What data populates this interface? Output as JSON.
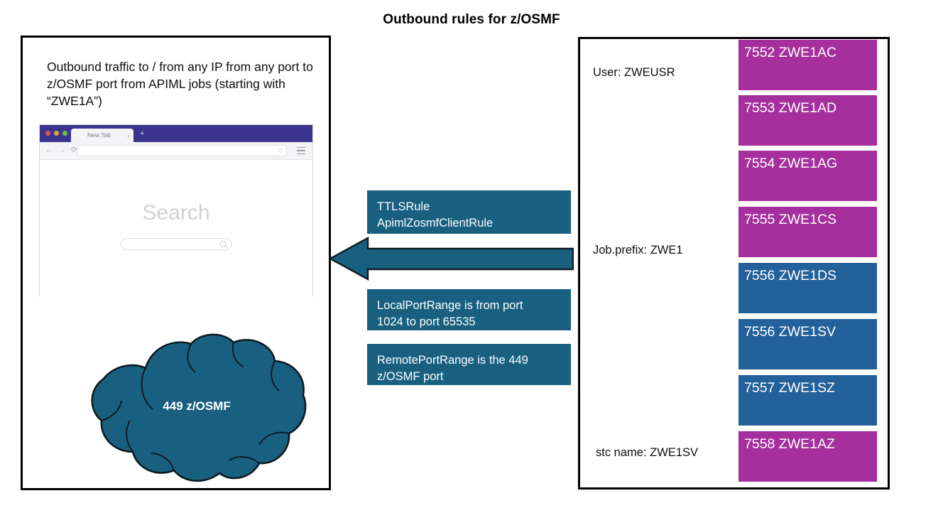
{
  "title": "Outbound rules for z/OSMF",
  "left_panel": {
    "caption": "Outbound traffic to / from any IP from any port to z/OSMF port from APIML jobs (starting with “ZWE1A”)",
    "browser": {
      "tab_label": "New Tab",
      "tab_close": "×",
      "new_tab_plus": "+",
      "back_icon": "←",
      "forward_icon": "→",
      "reload_icon": "⟳",
      "url_value": "",
      "star_icon": "☆",
      "search_heading": "Search",
      "search_placeholder": ""
    },
    "cloud_label": "449 z/OSMF"
  },
  "callouts": [
    {
      "line1": "TTLSRule",
      "line2": "ApimlZosmfClientRule"
    },
    {
      "line1": "LocalPortRange is from port",
      "line2": "1024 to port 65535"
    },
    {
      "line1": "RemotePortRange is the 449",
      "line2": "z/OSMF port"
    }
  ],
  "right_panel": {
    "labels": [
      {
        "text": "User: ZWEUSR"
      },
      {
        "text": "Job.prefix: ZWE1"
      },
      {
        "text": "stc name: ZWE1SV"
      }
    ],
    "jobs": [
      {
        "port": "7552",
        "name": "ZWE1AC",
        "label": "7552 ZWE1AC",
        "color": "#a52f9c"
      },
      {
        "port": "7553",
        "name": "ZWE1AD",
        "label": "7553 ZWE1AD",
        "color": "#a52f9c"
      },
      {
        "port": "7554",
        "name": "ZWE1AG",
        "label": "7554 ZWE1AG",
        "color": "#a52f9c"
      },
      {
        "port": "7555",
        "name": "ZWE1CS",
        "label": "7555 ZWE1CS",
        "color": "#a52f9c"
      },
      {
        "port": "7556",
        "name": "ZWE1DS",
        "label": "7556 ZWE1DS",
        "color": "#23619a"
      },
      {
        "port": "7556",
        "name": "ZWE1SV",
        "label": "7556 ZWE1SV",
        "color": "#23619a"
      },
      {
        "port": "7557",
        "name": "ZWE1SZ",
        "label": "7557 ZWE1SZ",
        "color": "#23619a"
      },
      {
        "port": "7558",
        "name": "ZWE1AZ",
        "label": "7558 ZWE1AZ",
        "color": "#a52f9c"
      }
    ]
  },
  "colors": {
    "teal": "#196080",
    "magenta": "#a52f9c",
    "blue": "#23619a",
    "outline": "#0d1a21",
    "browser_chrome": "#3b3590"
  }
}
